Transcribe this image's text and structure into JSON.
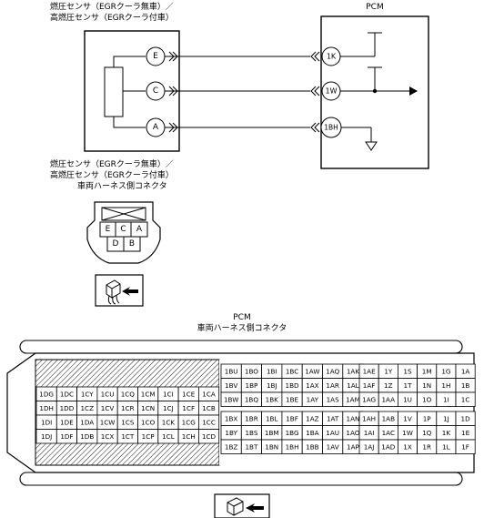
{
  "sensor": {
    "title_line1": "燃圧センサ（EGRクーラ無車）／",
    "title_line2": "高燃圧センサ（EGRクーラ付車）",
    "pins": [
      "E",
      "C",
      "A"
    ]
  },
  "pcm": {
    "label": "PCM",
    "pins": [
      "1K",
      "1W",
      "1BH"
    ]
  },
  "sensor_connector": {
    "title_line1": "燃圧センサ（EGRクーラ無車）／",
    "title_line2": "高燃圧センサ（EGRクーラ付車）",
    "title_line3": "車両ハーネス側コネクタ",
    "top_row": [
      "E",
      "C",
      "A"
    ],
    "bottom_row": [
      "D",
      "B"
    ]
  },
  "pcm_connector": {
    "title_line1": "PCM",
    "title_line2": "車両ハーネス側コネクタ",
    "left_block": [
      [
        "1DG",
        "1DC",
        "1CY",
        "1CU",
        "1CQ",
        "1CM",
        "1CI",
        "1CE",
        "1CA"
      ],
      [
        "1DH",
        "1DD",
        "1CZ",
        "1CV",
        "1CR",
        "1CN",
        "1CJ",
        "1CF",
        "1CB"
      ],
      [
        "1DI",
        "1DE",
        "1DA",
        "1CW",
        "1CS",
        "1CO",
        "1CK",
        "1CG",
        "1CC"
      ],
      [
        "1DJ",
        "1DF",
        "1DB",
        "1CX",
        "1CT",
        "1CP",
        "1CL",
        "1CH",
        "1CD"
      ]
    ],
    "middle_upper": [
      [
        "1BU",
        "1BO",
        "1BI",
        "1BC",
        "1AW",
        "1AQ",
        "1AK"
      ],
      [
        "1BV",
        "1BP",
        "1BJ",
        "1BD",
        "1AX",
        "1AR",
        "1AL"
      ],
      [
        "1BW",
        "1BQ",
        "1BK",
        "1BE",
        "1AY",
        "1AS",
        "1AM"
      ]
    ],
    "middle_lower": [
      [
        "1BX",
        "1BR",
        "1BL",
        "1BF",
        "1AZ",
        "1AT",
        "1AN"
      ],
      [
        "1BY",
        "1BS",
        "1BM",
        "1BG",
        "1BA",
        "1AU",
        "1AO"
      ],
      [
        "1BZ",
        "1BT",
        "1BN",
        "1BH",
        "1BB",
        "1AV",
        "1AP"
      ]
    ],
    "right_upper": [
      [
        "1AE",
        "1Y",
        "1S",
        "1M",
        "1G",
        "1A"
      ],
      [
        "1AF",
        "1Z",
        "1T",
        "1N",
        "1H",
        "1B"
      ],
      [
        "1AG",
        "1AA",
        "1U",
        "1O",
        "1I",
        "1C"
      ]
    ],
    "right_lower": [
      [
        "1AH",
        "1AB",
        "1V",
        "1P",
        "1J",
        "1D"
      ],
      [
        "1AI",
        "1AC",
        "1W",
        "1Q",
        "1K",
        "1E"
      ],
      [
        "1AJ",
        "1AD",
        "1X",
        "1R",
        "1L",
        "1F"
      ]
    ]
  },
  "icons": {
    "connector_view_small": "connector-plug-view-icon",
    "connector_view_large": "connector-plug-view-icon"
  }
}
